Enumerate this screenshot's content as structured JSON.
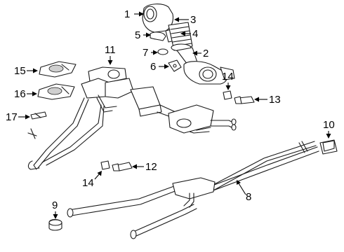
{
  "callouts": [
    {
      "id": "1",
      "label": "1"
    },
    {
      "id": "2",
      "label": "2"
    },
    {
      "id": "3",
      "label": "3"
    },
    {
      "id": "4",
      "label": "4"
    },
    {
      "id": "5",
      "label": "5"
    },
    {
      "id": "6",
      "label": "6"
    },
    {
      "id": "7",
      "label": "7"
    },
    {
      "id": "8",
      "label": "8"
    },
    {
      "id": "9",
      "label": "9"
    },
    {
      "id": "10",
      "label": "10"
    },
    {
      "id": "11",
      "label": "11"
    },
    {
      "id": "12",
      "label": "12"
    },
    {
      "id": "13",
      "label": "13"
    },
    {
      "id": "14a",
      "label": "14"
    },
    {
      "id": "14b",
      "label": "14"
    },
    {
      "id": "15",
      "label": "15"
    },
    {
      "id": "16",
      "label": "16"
    },
    {
      "id": "17",
      "label": "17"
    }
  ]
}
